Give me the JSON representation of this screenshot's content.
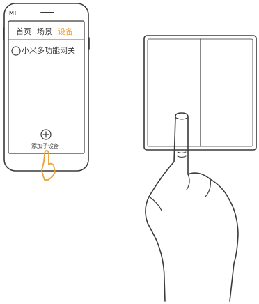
{
  "phone": {
    "brand": "MI",
    "tabs": [
      {
        "label": "首页",
        "active": false
      },
      {
        "label": "场景",
        "active": false
      },
      {
        "label": "设备",
        "active": true
      }
    ],
    "active_tab_color": "#f2a33a",
    "device_item": {
      "label": "小米多功能网关",
      "icon": "gateway-icon"
    },
    "add_button": {
      "label": "添加子设备",
      "icon": "plus-circle-icon"
    },
    "pointer": "hand-pointer-icon"
  },
  "switch_panel": {
    "type": "double-rocker-wall-switch",
    "pressing_hand": "hand-press-icon"
  },
  "line_color": "#3a3a3a"
}
